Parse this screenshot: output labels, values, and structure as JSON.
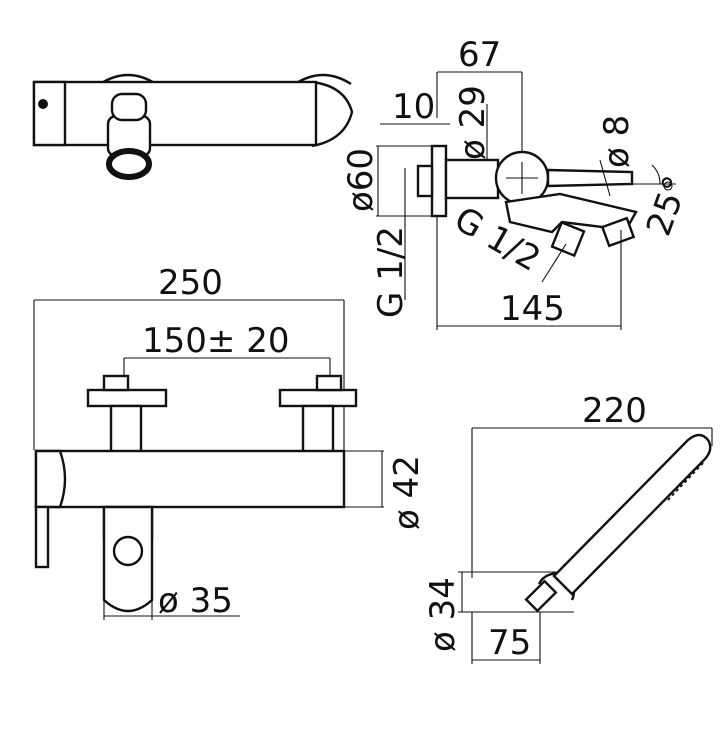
{
  "dimensions": {
    "width_67": "67",
    "offset_10": "10",
    "dia_29": "ø 29",
    "dia_8": "ø 8",
    "dia_60": "ø60",
    "thread_left": "G 1/2",
    "thread_spout": "G 1/2",
    "angle_25": "25°",
    "depth_145": "145",
    "width_250": "250",
    "centers_150": "150± 20",
    "dia_42": "ø 42",
    "dia_35": "ø 35",
    "length_220": "220",
    "dia_34": "ø 34",
    "width_75": "75"
  }
}
